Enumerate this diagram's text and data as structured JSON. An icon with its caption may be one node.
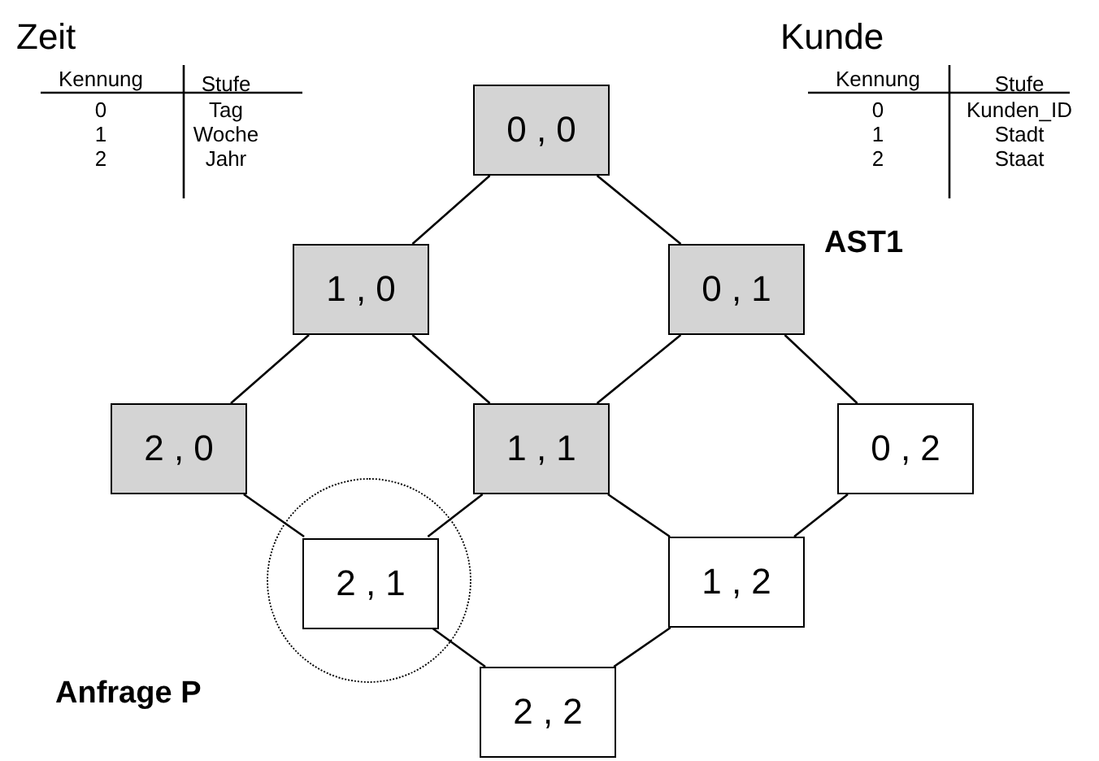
{
  "diagram": {
    "nodes": [
      {
        "text": [
          "0 , 0"
        ]
      },
      {
        "text": [
          "1 , 0"
        ]
      },
      {
        "text": [
          "0 , 1"
        ]
      },
      {
        "text": [
          "2 , 0"
        ]
      },
      {
        "text": [
          "1 , 1"
        ]
      },
      {
        "text": [
          "0 , 2"
        ]
      },
      {
        "text": [
          "Anfrage P"
        ]
      },
      {
        "text": [
          "2 , 1"
        ],
        "in": 6
      },
      {
        "text": [
          "1 , 2"
        ]
      },
      {
        "text": [
          "2 , 2"
        ]
      }
    ],
    "edges": [
      {
        "from": 0,
        "to": 1,
        "arrow": "none"
      },
      {
        "from": 0,
        "to": 2,
        "arrow": "none"
      },
      {
        "from": 1,
        "to": 3,
        "arrow": "none"
      },
      {
        "from": 1,
        "to": 4,
        "arrow": "none"
      },
      {
        "from": 2,
        "to": 4,
        "arrow": "none"
      },
      {
        "from": 2,
        "to": 5,
        "arrow": "none"
      },
      {
        "from": 3,
        "to": 7,
        "arrow": "none"
      },
      {
        "from": 4,
        "to": 7,
        "arrow": "none"
      },
      {
        "from": 4,
        "to": 8,
        "arrow": "none"
      },
      {
        "from": 5,
        "to": 8,
        "arrow": "none"
      },
      {
        "from": 7,
        "to": 9,
        "arrow": "none"
      },
      {
        "from": 8,
        "to": 9,
        "arrow": "none"
      }
    ],
    "labels": [
      "Zeit",
      "Kennung",
      "Stufe",
      "0",
      "Tag",
      "1",
      "Woche",
      "2",
      "Jahr",
      "Kunde",
      "Kennung",
      "Stufe",
      "0",
      "Kunden_ID",
      "1",
      "Stadt",
      "2",
      "Staat",
      "AST1"
    ]
  }
}
